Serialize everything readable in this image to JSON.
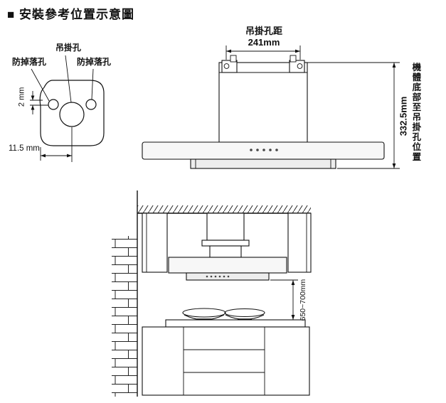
{
  "page": {
    "title": "■ 安裝參考位置示意圖"
  },
  "hole_detail": {
    "hanging_hole_label": "吊掛孔",
    "anti_drop_left_label": "防掉落孔",
    "anti_drop_right_label": "防掉落孔",
    "offset_dim": "2 mm",
    "horizontal_dim": "11.5 mm"
  },
  "front_view": {
    "hole_distance_label": "吊掛孔距",
    "hole_distance_value": "241mm",
    "height_dim_value": "332.5mm",
    "height_dim_label": "機體底部至吊掛孔位置"
  },
  "side_view": {
    "install_height_dim": "650~700mm"
  },
  "colors": {
    "line": "#111111",
    "hood_fill": "#f7f7f7",
    "band_fill": "#ededed"
  }
}
